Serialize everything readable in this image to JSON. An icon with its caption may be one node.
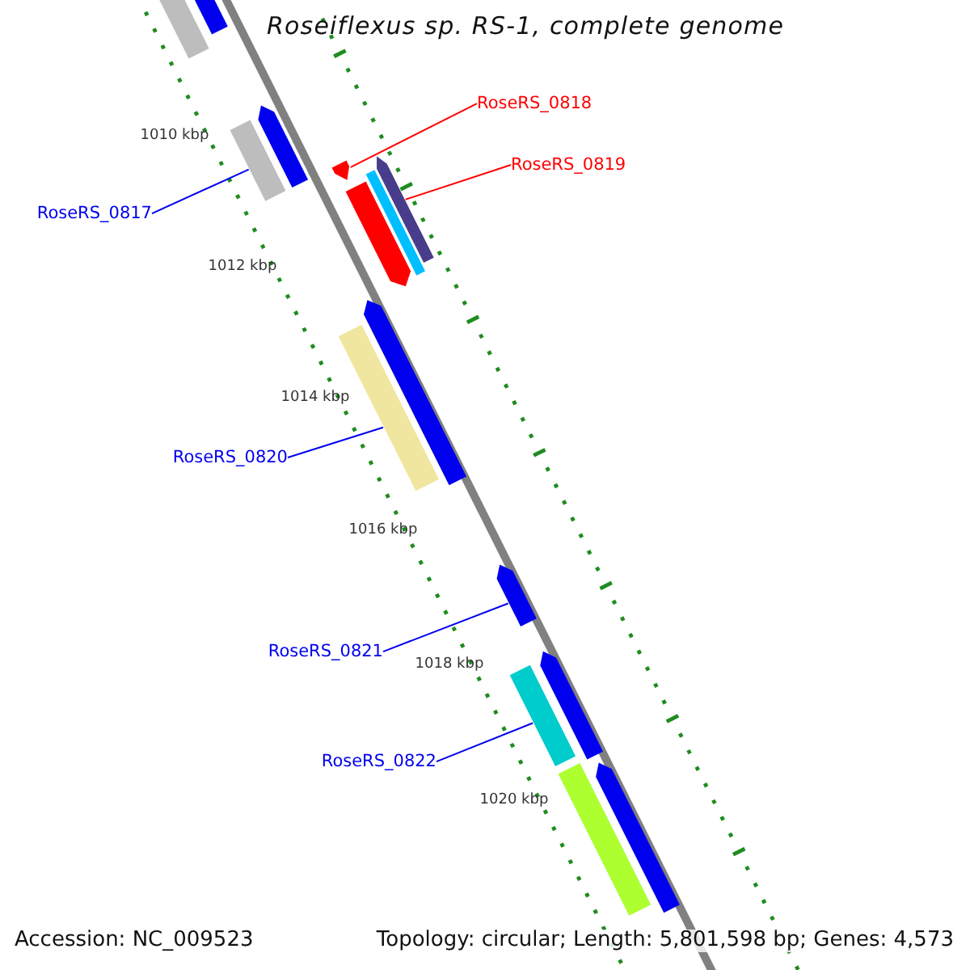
{
  "diagram": {
    "title": "Roseiflexus sp. RS-1, complete genome",
    "nodes": [
      {
        "text": [
          "RoseRS_0818"
        ]
      },
      {
        "text": [],
        "shape": "bar"
      },
      {
        "text": [
          "RoseRS_0819"
        ]
      },
      {
        "text": [],
        "shape": "bar"
      },
      {
        "text": [
          "RoseRS_0817"
        ]
      },
      {
        "text": [],
        "shape": "bar"
      },
      {
        "text": [
          "RoseRS_0820"
        ]
      },
      {
        "text": [],
        "shape": "bar"
      },
      {
        "text": [
          "RoseRS_0821"
        ]
      },
      {
        "text": [],
        "shape": "bar"
      },
      {
        "text": [
          "RoseRS_0822"
        ]
      },
      {
        "text": [],
        "shape": "bar"
      },
      {
        "text": [],
        "shape": "bar"
      },
      {
        "text": [],
        "shape": "bar"
      },
      {
        "text": [],
        "shape": "bar"
      },
      {
        "text": [],
        "shape": "bar"
      },
      {
        "text": [],
        "shape": "bar"
      },
      {
        "text": [],
        "shape": "bar"
      },
      {
        "text": [],
        "shape": "bar"
      },
      {
        "text": [],
        "shape": "bar"
      },
      {
        "text": [],
        "shape": "bar"
      }
    ],
    "edges": [
      {
        "from": 0,
        "to": 1,
        "arrow": "none",
        "color": "#ff0000"
      },
      {
        "from": 2,
        "to": 3,
        "arrow": "none",
        "color": "#ff0000"
      },
      {
        "from": 4,
        "to": 5,
        "arrow": "none"
      },
      {
        "from": 6,
        "to": 7,
        "arrow": "none"
      },
      {
        "from": 8,
        "to": 9,
        "arrow": "none"
      },
      {
        "from": 10,
        "to": 11,
        "arrow": "none"
      }
    ],
    "labels": [
      "1010 kbp",
      "1012 kbp",
      "1014 kbp",
      "1016 kbp",
      "1018 kbp",
      "1020 kbp",
      "Accession: NC_009523",
      "Topology: circular; Length: 5,801,598 bp; Genes: 4,573"
    ]
  }
}
